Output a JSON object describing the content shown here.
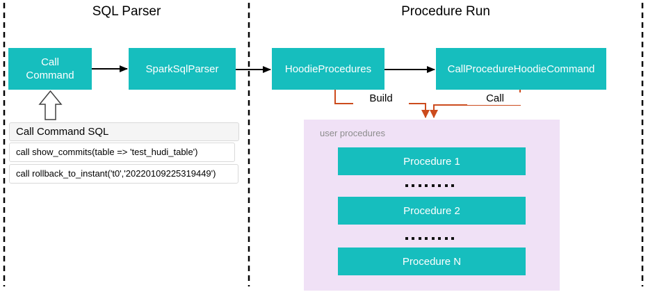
{
  "sections": [
    {
      "title": "SQL Parser"
    },
    {
      "title": "Procedure Run"
    }
  ],
  "nodes": {
    "call_command": "Call\nCommand",
    "spark_sql_parser": "SparkSqlParser",
    "hoodie_procedures": "HoodieProcedures",
    "call_procedure_hoodie_command": "CallProcedureHoodieCommand"
  },
  "edges": {
    "build_label": "Build",
    "call_label": "Call"
  },
  "sql_panel": {
    "header": "Call Command SQL",
    "rows": [
      "call show_commits(table => 'test_hudi_table')",
      "call rollback_to_instant('t0','20220109225319449')"
    ]
  },
  "user_procedures": {
    "label": "user procedures",
    "items": [
      "Procedure 1",
      "Procedure 2",
      "Procedure N"
    ]
  },
  "colors": {
    "teal": "#16BEBE",
    "orange": "#CC4B1D",
    "pink": "#F0E1F6",
    "gray_label": "#8C8C8C",
    "panel_header_bg": "#F5F5F5",
    "panel_border": "#D9D9D9",
    "ink": "#000000"
  }
}
